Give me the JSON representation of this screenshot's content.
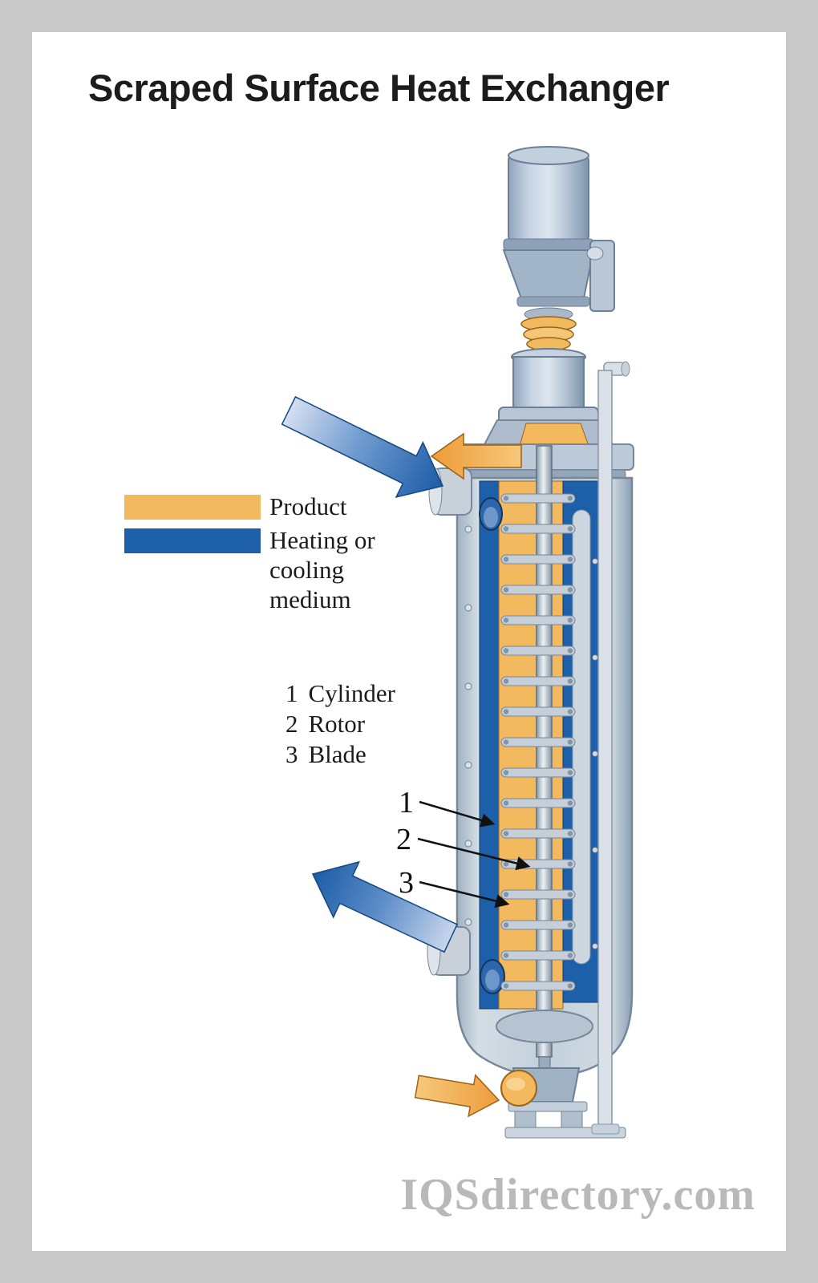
{
  "title": "Scraped Surface Heat Exchanger",
  "legend": {
    "items": [
      {
        "label": "Product",
        "color": "#f3b95f"
      },
      {
        "label": "Heating or cooling medium",
        "color": "#1d5fa8"
      }
    ]
  },
  "parts_list": {
    "items": [
      {
        "number": "1",
        "name": "Cylinder"
      },
      {
        "number": "2",
        "name": "Rotor"
      },
      {
        "number": "3",
        "name": "Blade"
      }
    ]
  },
  "callouts": {
    "labels": [
      "1",
      "2",
      "3"
    ]
  },
  "watermark": "IQSdirectory.com",
  "colors": {
    "product": "#f3b95f",
    "medium": "#1d5fa8",
    "background": "#c9c9c9",
    "card": "#ffffff",
    "steel_light": "#cdd8e3",
    "steel_dark": "#8da3b8"
  }
}
